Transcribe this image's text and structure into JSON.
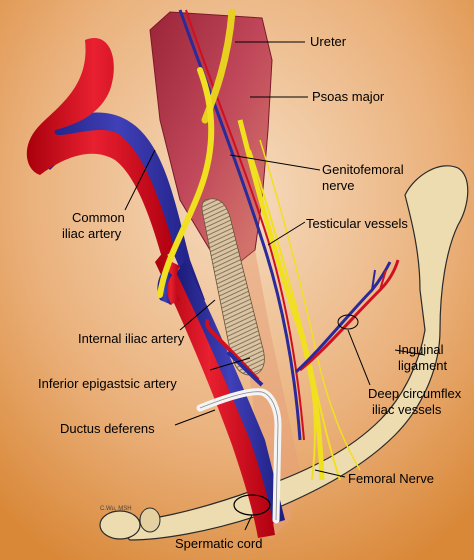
{
  "labels": {
    "ureter": "Ureter",
    "psoas_major": "Psoas major",
    "genitofemoral_1": "Genitofemoral",
    "genitofemoral_2": "nerve",
    "testicular_vessels": "Testicular vessels",
    "common_iliac_1": "Common",
    "common_iliac_2": "iliac artery",
    "inguinal_1": "Inguinal",
    "inguinal_2": "ligament",
    "internal_iliac": "Internal iliac artery",
    "deep_circumflex_1": "Deep circumflex",
    "deep_circumflex_2": "iliac vessels",
    "inferior_epigastric": "Inferior epigastsic artery",
    "ductus_deferens": "Ductus deferens",
    "femoral_nerve": "Femoral Nerve",
    "spermatic_cord": "Spermatic cord"
  },
  "signature": "C.Wu, MSH",
  "colors": {
    "background_top": "#f6dcc0",
    "background_bottom": "#d98838",
    "psoas": "#b03040",
    "artery": "#d01020",
    "vein": "#2a2a9a",
    "nerve": "#f0e020",
    "ligament": "#ecdcb0",
    "graft": "#cdb898",
    "ductus": "#f4f4f4"
  }
}
